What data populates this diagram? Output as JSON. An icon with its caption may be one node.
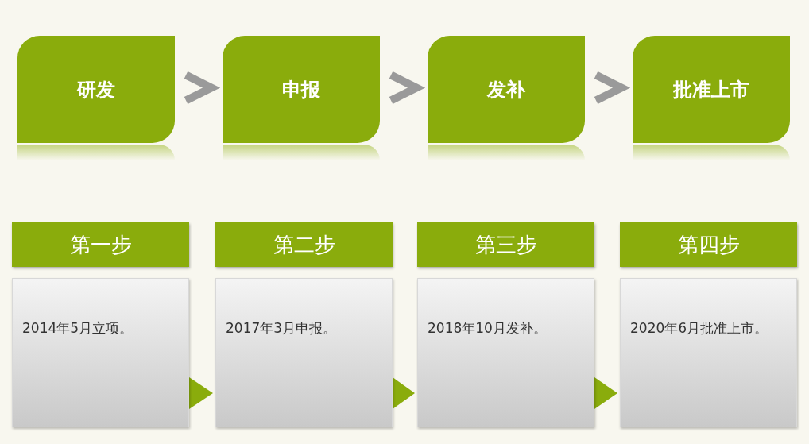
{
  "diagram": {
    "nodes": [
      {
        "text": [
          "研发"
        ]
      },
      {
        "text": [
          "申报"
        ]
      },
      {
        "text": [
          "发补"
        ]
      },
      {
        "text": [
          "批准上市"
        ]
      },
      {
        "text": [
          "第一步"
        ]
      },
      {
        "text": [
          "第二步"
        ]
      },
      {
        "text": [
          "第三步"
        ]
      },
      {
        "text": [
          "第四步"
        ]
      },
      {
        "text": [
          "2014年5月立项。"
        ]
      },
      {
        "text": [
          "2017年3月申报。"
        ]
      },
      {
        "text": [
          "2018年10月发补。"
        ]
      },
      {
        "text": [
          "2020年6月批准上市。"
        ]
      }
    ],
    "edges": [
      {
        "from": 0,
        "to": 1,
        "arrow": "to"
      },
      {
        "from": 1,
        "to": 2,
        "arrow": "to"
      },
      {
        "from": 2,
        "to": 3,
        "arrow": "to"
      },
      {
        "from": 8,
        "to": 9,
        "arrow": "to",
        "color": "#8aac0c"
      },
      {
        "from": 9,
        "to": 10,
        "arrow": "to",
        "color": "#8aac0c"
      },
      {
        "from": 10,
        "to": 11,
        "arrow": "to",
        "color": "#8aac0c"
      }
    ]
  }
}
